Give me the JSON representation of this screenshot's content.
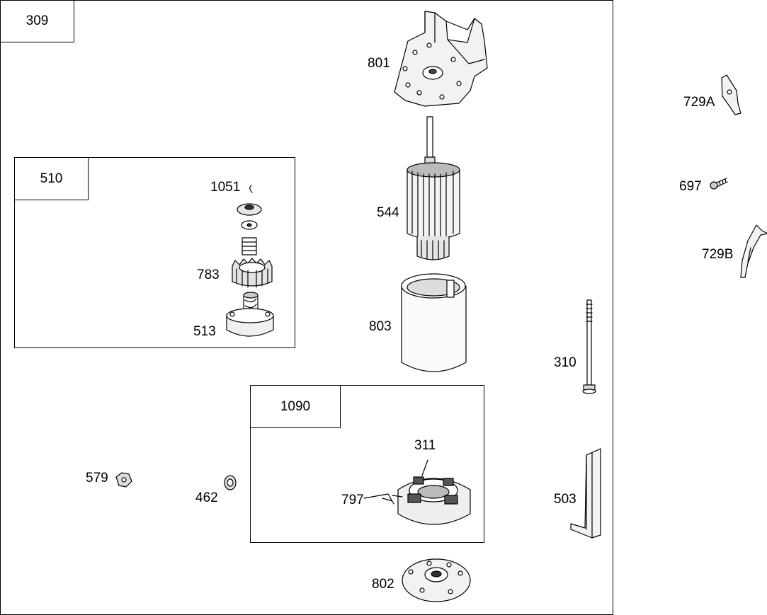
{
  "diagram": {
    "assembly_number": "309",
    "subassemblies": [
      {
        "number": "510",
        "parts": [
          "1051",
          "783",
          "513"
        ]
      },
      {
        "number": "1090",
        "parts": [
          "311",
          "797"
        ]
      }
    ],
    "parts": {
      "p801": "801",
      "p544": "544",
      "p803": "803",
      "p802": "802",
      "p729a": "729A",
      "p697": "697",
      "p729b": "729B",
      "p310": "310",
      "p503": "503",
      "p579": "579",
      "p462": "462",
      "p1051": "1051",
      "p783": "783",
      "p513": "513",
      "p311": "311",
      "p797": "797"
    }
  }
}
